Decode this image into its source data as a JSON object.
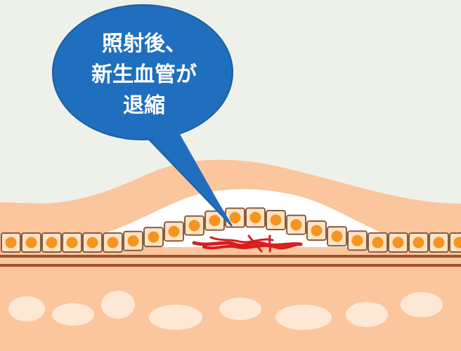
{
  "callout": {
    "lines": [
      "照射後、",
      "新生血管が",
      "退縮"
    ]
  },
  "colors": {
    "background": "#eef1ea",
    "tissue": "#fbc69d",
    "tissue_highlight": "#fdd4ad",
    "membrane": "#fef5ea",
    "cell_fill": "#fbe3c6",
    "cell_border": "#8b5a3c",
    "nucleus": "#f7931e",
    "bruch_line": "#a0522d",
    "vessel": "#d81e1e",
    "callout_fill": "#1f6fbe",
    "callout_stroke": "#1b5fa6",
    "choroid_ellipse": "#fde8d6"
  },
  "icons": {
    "callout": "speech-bubble-icon",
    "vessel": "regressed-vessel-icon"
  }
}
